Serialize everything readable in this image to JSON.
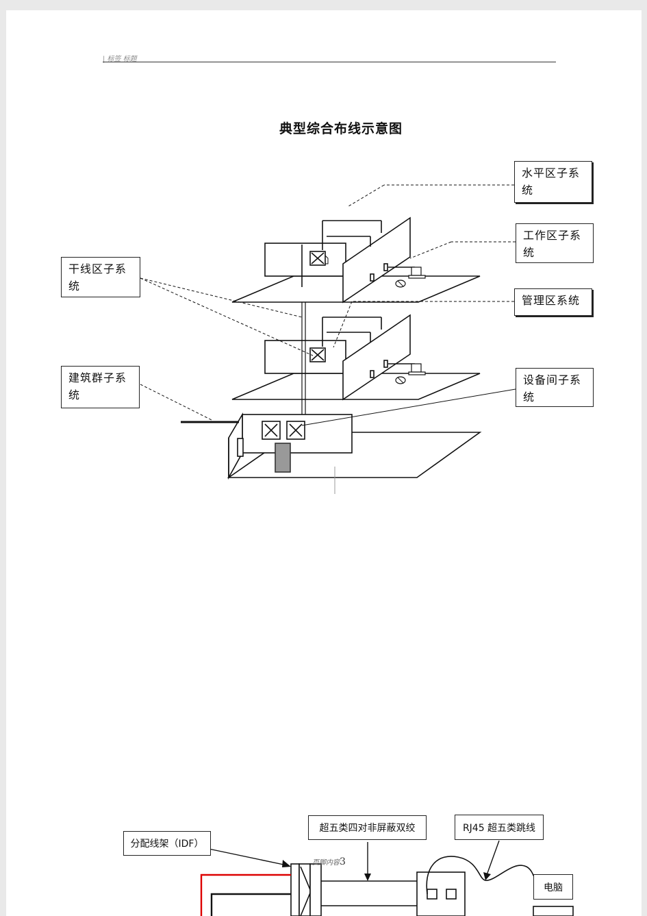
{
  "header": {
    "label": "| 标签 标题"
  },
  "title": "典型综合布线示意图",
  "labels": {
    "horizontal": "水平区子系统",
    "work_area": "工作区子系统",
    "admin": "管理区系统",
    "backbone": "干线区子系统",
    "campus": "建筑群子系统",
    "equipment_room": "设备间子系统"
  },
  "bottom_diagram": {
    "idf": "分配线架（IDF）",
    "cable": "超五类四对非屏蔽双绞",
    "patch": "RJ45 超五类跳线",
    "pc": "电脑"
  },
  "footer": {
    "prefix": "页脚内容",
    "page": "3"
  }
}
